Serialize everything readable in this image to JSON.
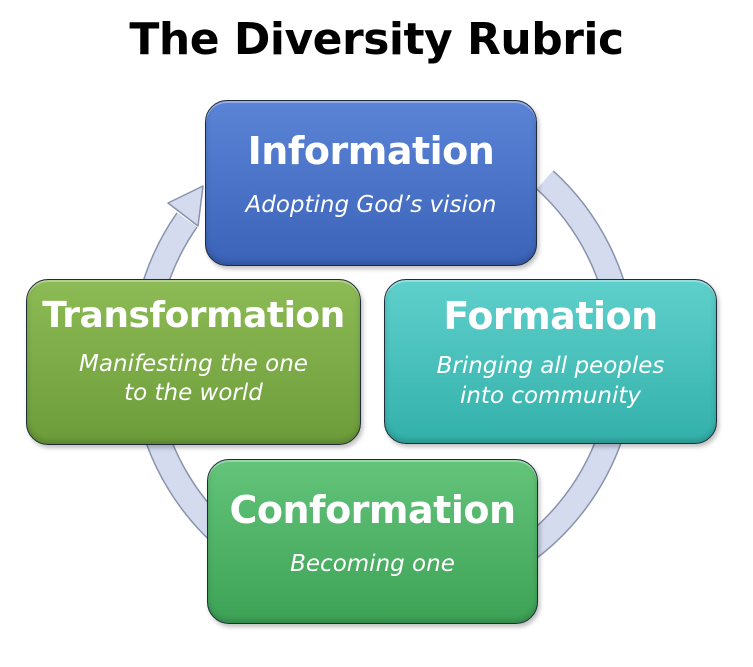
{
  "title": "The Diversity Rubric",
  "stages": [
    {
      "heading": "Information",
      "description": "Adopting God’s vision",
      "color": "#4a72c6"
    },
    {
      "heading": "Formation",
      "description": "Bringing all peoples\ninto community",
      "color": "#44c0bb"
    },
    {
      "heading": "Conformation",
      "description": "Becoming one",
      "color": "#4fb367"
    },
    {
      "heading": "Transformation",
      "description": "Manifesting the one\nto the world",
      "color": "#7aab46"
    }
  ],
  "cycle_color": "#d4dbef"
}
